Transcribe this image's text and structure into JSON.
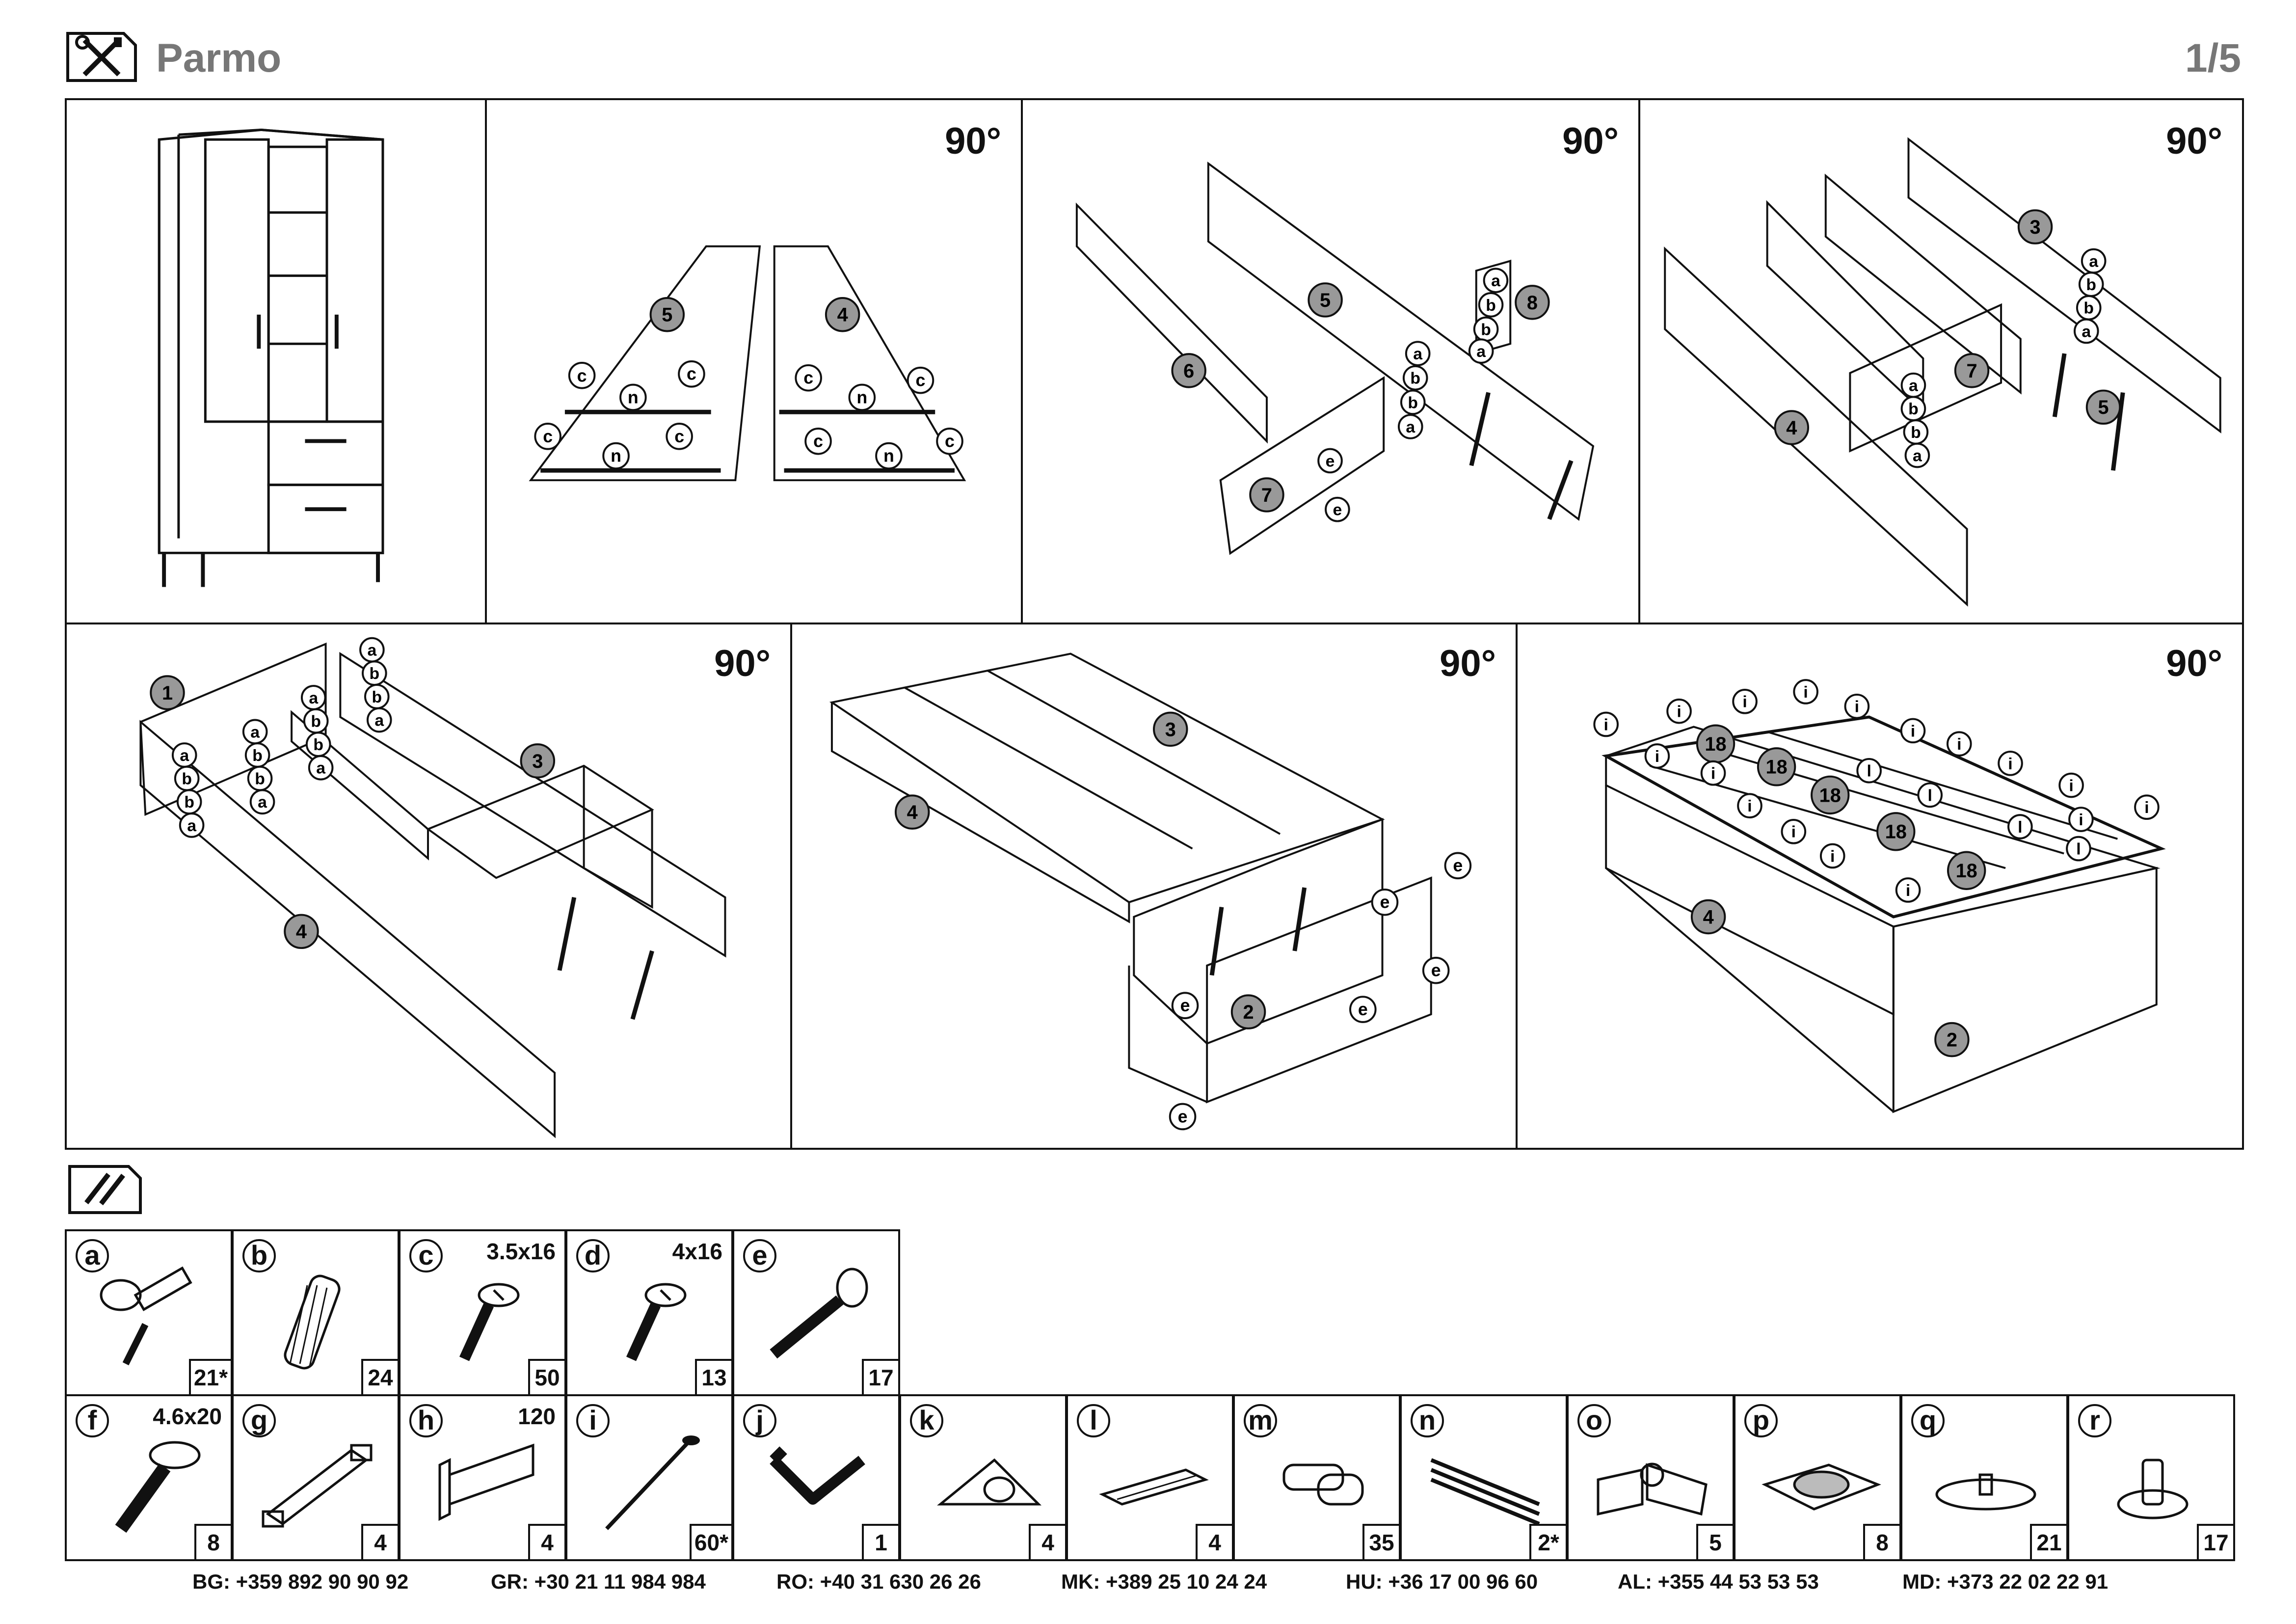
{
  "header": {
    "title": "Parmo",
    "page": "1/5"
  },
  "rotate_label": "90°",
  "step_panels": [
    {
      "id": "overview",
      "labels": []
    },
    {
      "id": "step-top-bottom",
      "labels": [
        "5",
        "4",
        "c",
        "n"
      ]
    },
    {
      "id": "step-sides",
      "labels": [
        "6",
        "5",
        "7",
        "8",
        "a",
        "b",
        "e"
      ]
    },
    {
      "id": "step-dividers",
      "labels": [
        "3",
        "4",
        "5",
        "7",
        "a",
        "b"
      ]
    },
    {
      "id": "step-top-frame",
      "labels": [
        "1",
        "3",
        "4",
        "a",
        "b"
      ]
    },
    {
      "id": "step-front",
      "labels": [
        "2",
        "3",
        "4",
        "e"
      ]
    },
    {
      "id": "step-back",
      "labels": [
        "18",
        "4",
        "2",
        "i",
        "l"
      ]
    }
  ],
  "parts": [
    {
      "letter": "a",
      "size": "",
      "qty": "21*",
      "icon": "cam-lock-icon"
    },
    {
      "letter": "b",
      "size": "",
      "qty": "24",
      "icon": "dowel-icon"
    },
    {
      "letter": "c",
      "size": "3.5x16",
      "qty": "50",
      "icon": "screw-icon"
    },
    {
      "letter": "d",
      "size": "4x16",
      "qty": "13",
      "icon": "screw-icon"
    },
    {
      "letter": "e",
      "size": "",
      "qty": "17",
      "icon": "confirmat-icon"
    },
    {
      "letter": "f",
      "size": "4.6x20",
      "qty": "8",
      "icon": "bolt-icon"
    },
    {
      "letter": "g",
      "size": "",
      "qty": "4",
      "icon": "handle-icon"
    },
    {
      "letter": "h",
      "size": "120",
      "qty": "4",
      "icon": "bracket-icon"
    },
    {
      "letter": "i",
      "size": "",
      "qty": "60*",
      "icon": "nail-icon"
    },
    {
      "letter": "j",
      "size": "",
      "qty": "1",
      "icon": "allen-key-icon"
    },
    {
      "letter": "k",
      "size": "",
      "qty": "4",
      "icon": "corner-block-icon"
    },
    {
      "letter": "l",
      "size": "",
      "qty": "4",
      "icon": "joint-strip-icon"
    },
    {
      "letter": "m",
      "size": "",
      "qty": "35",
      "icon": "shelf-pin-icon"
    },
    {
      "letter": "n",
      "size": "",
      "qty": "2*",
      "icon": "drawer-rail-icon"
    },
    {
      "letter": "o",
      "size": "",
      "qty": "5",
      "icon": "hinge-icon"
    },
    {
      "letter": "p",
      "size": "",
      "qty": "8",
      "icon": "glide-pad-icon"
    },
    {
      "letter": "q",
      "size": "",
      "qty": "21",
      "icon": "bumper-icon"
    },
    {
      "letter": "r",
      "size": "",
      "qty": "17",
      "icon": "plug-icon"
    }
  ],
  "contacts": [
    {
      "country": "BG:",
      "phone": "+359 892 90 90 92"
    },
    {
      "country": "GR:",
      "phone": "+30 21 11 984 984"
    },
    {
      "country": "RO:",
      "phone": "+40 31 630 26 26"
    },
    {
      "country": "MK:",
      "phone": "+389 25 10 24 24"
    },
    {
      "country": "HU:",
      "phone": "+36 17 00 96 60"
    },
    {
      "country": "AL:",
      "phone": "+355 44 53 53 53"
    },
    {
      "country": "MD:",
      "phone": "+373 22 02 22 91"
    }
  ]
}
